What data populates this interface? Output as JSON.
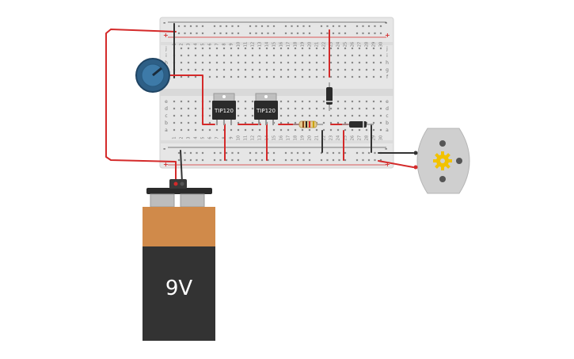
{
  "components": {
    "transistor_1": {
      "label": "TIP120"
    },
    "transistor_2": {
      "label": "TIP120"
    },
    "battery": {
      "label": "9V"
    }
  },
  "breadboard": {
    "columns": [
      "1",
      "2",
      "3",
      "4",
      "5",
      "6",
      "7",
      "8",
      "9",
      "10",
      "11",
      "12",
      "13",
      "14",
      "15",
      "16",
      "17",
      "18",
      "19",
      "20",
      "21",
      "22",
      "23",
      "24",
      "25",
      "26",
      "27",
      "28",
      "29",
      "30"
    ],
    "rows_top": [
      "j",
      "i",
      "h",
      "g",
      "f"
    ],
    "rows_bottom": [
      "e",
      "d",
      "c",
      "b",
      "a"
    ],
    "rail_minus": "-",
    "rail_plus": "+"
  },
  "colors": {
    "wire_red": "#d42a2a",
    "wire_black": "#333333",
    "breadboard": "#e6e6e6",
    "battery_top": "#d08a4a",
    "battery_body": "#333333",
    "motor": "#cfcfcf",
    "pot_knob": "#2e5f86"
  }
}
